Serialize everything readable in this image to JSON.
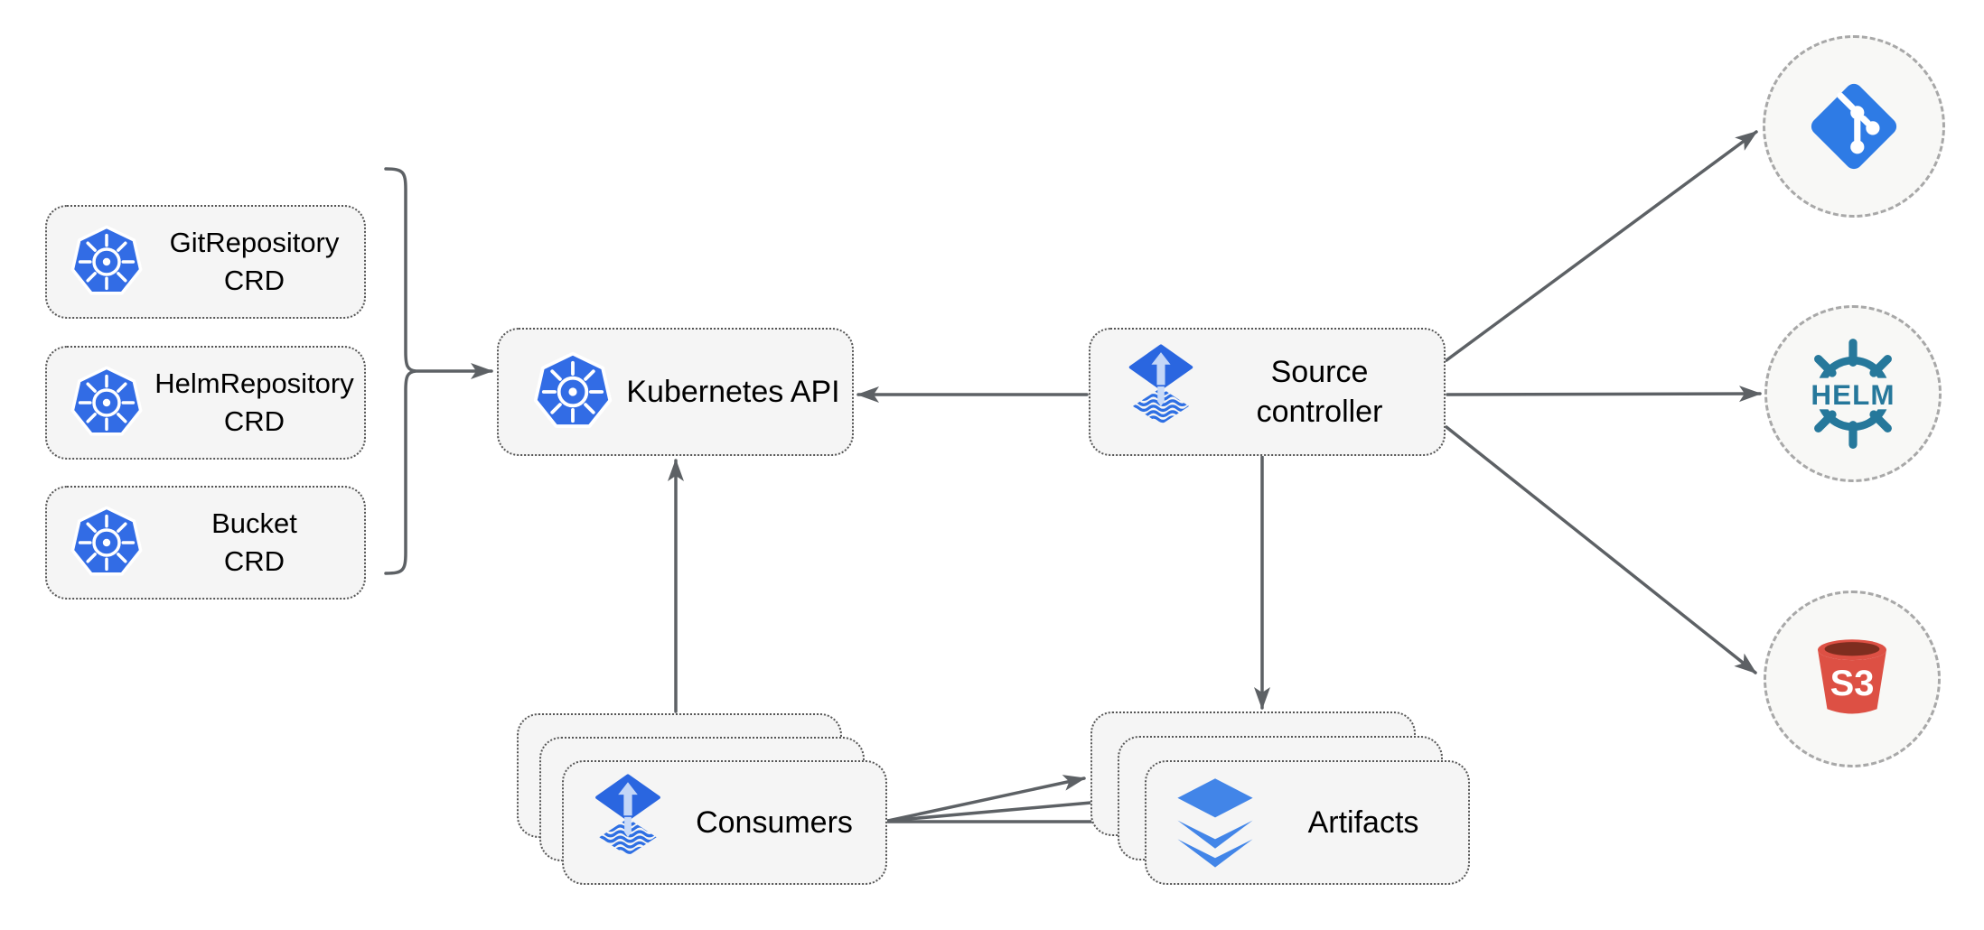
{
  "nodes": {
    "crds": [
      {
        "line1": "GitRepository",
        "line2": "CRD",
        "icon": "kubernetes-icon"
      },
      {
        "line1": "HelmRepository",
        "line2": "CRD",
        "icon": "kubernetes-icon"
      },
      {
        "line1": "Bucket",
        "line2": "CRD",
        "icon": "kubernetes-icon"
      }
    ],
    "kubernetes_api": {
      "label": "Kubernetes API",
      "icon": "kubernetes-icon"
    },
    "source_controller": {
      "line1": "Source",
      "line2": "controller",
      "icon": "flux-icon"
    },
    "consumers": {
      "label": "Consumers",
      "icon": "flux-icon",
      "stack_count": 3
    },
    "artifacts": {
      "label": "Artifacts",
      "icon": "layers-icon",
      "stack_count": 3
    }
  },
  "endpoints": {
    "git": {
      "icon": "git-icon"
    },
    "helm": {
      "icon": "helm-icon",
      "logo_text": "HELM"
    },
    "s3": {
      "icon": "s3-bucket-icon",
      "logo_text": "S3"
    }
  },
  "edges": [
    {
      "from": "crd-group",
      "to": "kubernetes-api"
    },
    {
      "from": "source-controller",
      "to": "kubernetes-api"
    },
    {
      "from": "consumers",
      "to": "kubernetes-api"
    },
    {
      "from": "source-controller",
      "to": "artifacts"
    },
    {
      "from": "source-controller",
      "to": "git"
    },
    {
      "from": "source-controller",
      "to": "helm"
    },
    {
      "from": "source-controller",
      "to": "s3"
    },
    {
      "from": "consumers",
      "to": "artifacts"
    },
    {
      "from": "consumers",
      "to": "artifacts"
    },
    {
      "from": "consumers",
      "to": "artifacts"
    }
  ],
  "colors": {
    "kubernetes_blue": "#326CE5",
    "flux_blue": "#2A66E0",
    "flux_arrow_light": "#C3D6F7",
    "layers_blue": "#4285E8",
    "git_blue": "#2E7BE5",
    "helm_teal": "#26789B",
    "s3_red": "#DD5044",
    "s3_dark": "#7E2D1F",
    "line_gray": "#5D6165",
    "node_fill": "#F5F5F5",
    "node_border": "#565656",
    "circle_fill": "#F8F8F6",
    "circle_border": "#A8A8A8"
  }
}
